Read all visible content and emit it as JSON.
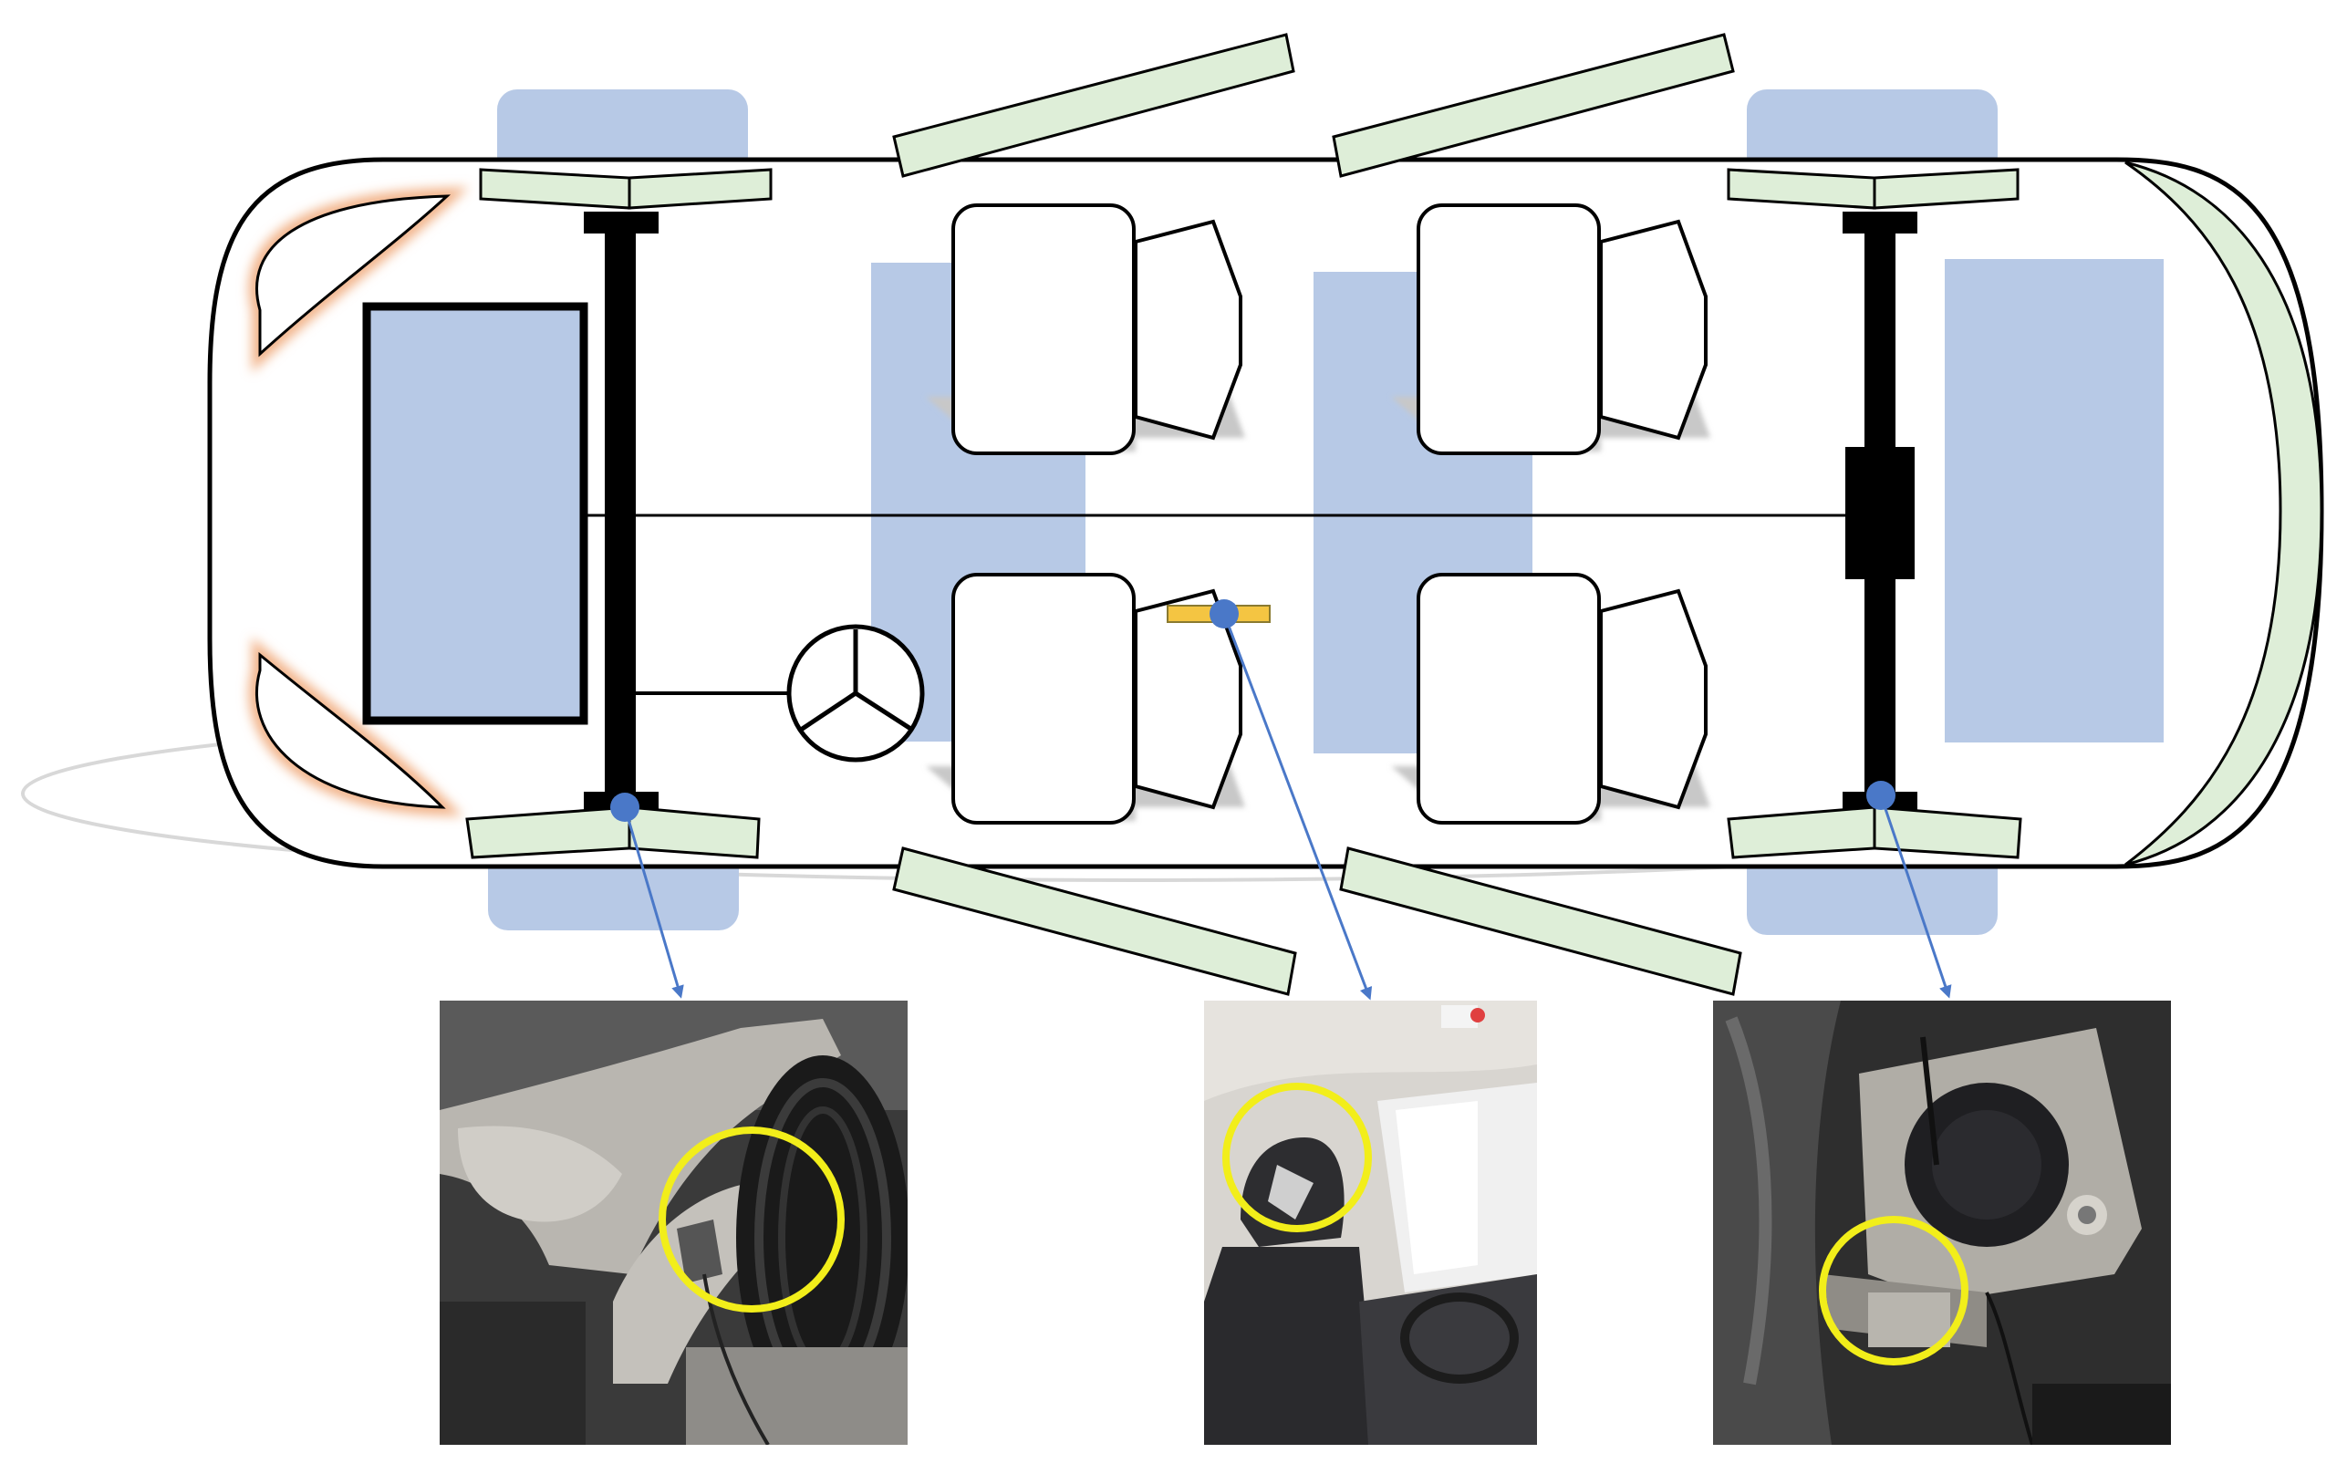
{
  "figure": {
    "caption": "",
    "colors": {
      "body_outline": "#000000",
      "zone_fill": "#b7c9e6",
      "door_fill": "#deeed8",
      "door_stroke": "#8a9a80",
      "headlight_glow": "#f2b48a",
      "sensor_dot": "#4a78c8",
      "arrow": "#4a78c8",
      "highlight_circle": "#f2ee1a",
      "seat_shadow": "#c8c8c8",
      "yellow_sensor": "#f4c542"
    },
    "sensors": [
      {
        "name": "front-axle-sensor",
        "photo": "photo-front-suspension"
      },
      {
        "name": "seat-sensor",
        "photo": "photo-cabin-seat"
      },
      {
        "name": "rear-axle-sensor",
        "photo": "photo-rear-suspension"
      }
    ],
    "icons": [
      "steering-wheel-icon",
      "seat-icon",
      "wheel-icon",
      "highlight-circle-icon"
    ]
  }
}
